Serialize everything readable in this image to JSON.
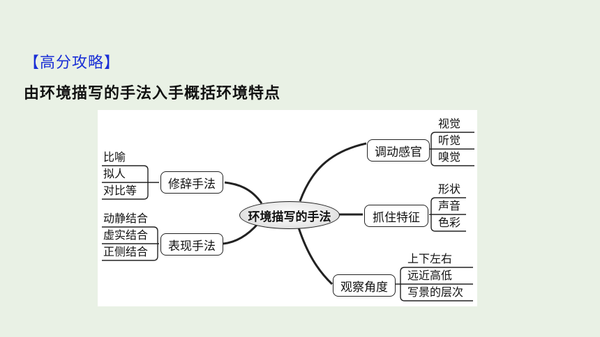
{
  "heading": "【高分攻略】",
  "subtitle": "由环境描写的手法入手概括环境特点",
  "diagram": {
    "center": "环境描写的手法",
    "branches": [
      {
        "label": "修辞手法",
        "items": [
          "比喻",
          "拟人",
          "对比等"
        ]
      },
      {
        "label": "表现手法",
        "items": [
          "动静结合",
          "虚实结合",
          "正侧结合"
        ]
      },
      {
        "label": "调动感官",
        "items": [
          "视觉",
          "听觉",
          "嗅觉"
        ]
      },
      {
        "label": "抓住特征",
        "items": [
          "形状",
          "声音",
          "色彩"
        ]
      },
      {
        "label": "观察角度",
        "items": [
          "上下左右",
          "远近高低",
          "写景的层次"
        ]
      }
    ]
  }
}
